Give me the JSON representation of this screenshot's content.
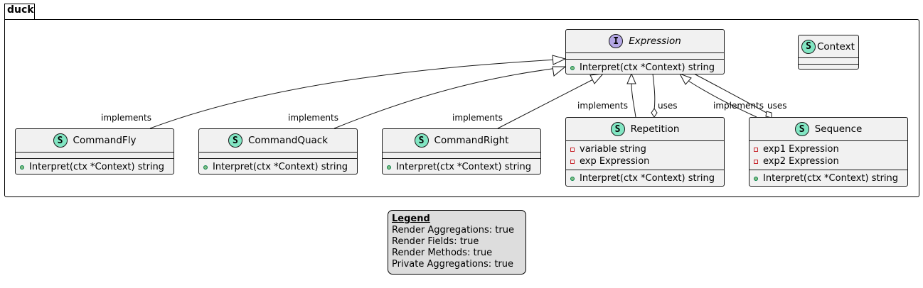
{
  "package": {
    "name": "duck"
  },
  "classes": {
    "expression": {
      "stereotype": "I",
      "name": "Expression",
      "fields": [],
      "methods": [
        "Interpret(ctx *Context) string"
      ]
    },
    "context": {
      "stereotype": "S",
      "name": "Context",
      "fields": [],
      "methods": []
    },
    "commandfly": {
      "stereotype": "S",
      "name": "CommandFly",
      "fields": [],
      "methods": [
        "Interpret(ctx *Context) string"
      ]
    },
    "commandquack": {
      "stereotype": "S",
      "name": "CommandQuack",
      "fields": [],
      "methods": [
        "Interpret(ctx *Context) string"
      ]
    },
    "commandright": {
      "stereotype": "S",
      "name": "CommandRight",
      "fields": [],
      "methods": [
        "Interpret(ctx *Context) string"
      ]
    },
    "repetition": {
      "stereotype": "S",
      "name": "Repetition",
      "fields": [
        "variable string",
        "exp Expression"
      ],
      "methods": [
        "Interpret(ctx *Context) string"
      ]
    },
    "sequence": {
      "stereotype": "S",
      "name": "Sequence",
      "fields": [
        "exp1 Expression",
        "exp2 Expression"
      ],
      "methods": [
        "Interpret(ctx *Context) string"
      ]
    }
  },
  "relations": [
    {
      "from": "CommandFly",
      "to": "Expression",
      "type": "implements",
      "label": "implements"
    },
    {
      "from": "CommandQuack",
      "to": "Expression",
      "type": "implements",
      "label": "implements"
    },
    {
      "from": "CommandRight",
      "to": "Expression",
      "type": "implements",
      "label": "implements"
    },
    {
      "from": "Repetition",
      "to": "Expression",
      "type": "implements",
      "label": "implements"
    },
    {
      "from": "Repetition",
      "to": "Expression",
      "type": "aggregation",
      "label": "uses"
    },
    {
      "from": "Sequence",
      "to": "Expression",
      "type": "implements",
      "label": "implements"
    },
    {
      "from": "Sequence",
      "to": "Expression",
      "type": "aggregation",
      "label": "uses"
    }
  ],
  "legend": {
    "title": "Legend",
    "lines": [
      "Render Aggregations: true",
      "Render Fields: true",
      "Render Methods: true",
      "Private Aggregations: true"
    ]
  },
  "colors": {
    "class_fill": "#f1f1f1",
    "struct_badge": "#82e6c3",
    "interface_badge": "#b4a7e5",
    "legend_fill": "#dddddd"
  }
}
